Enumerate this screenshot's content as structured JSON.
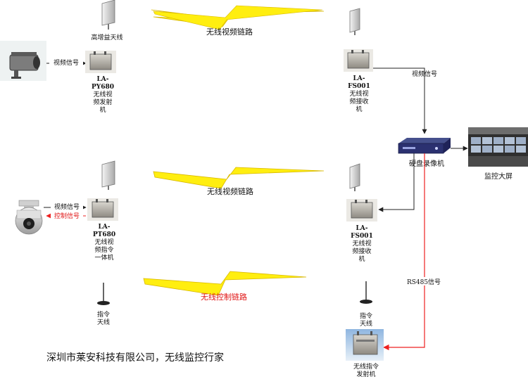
{
  "colors": {
    "bolt": "#ffee10",
    "bolt_edge": "#d8b800",
    "wire": "#222222",
    "control_wire": "#ee2020",
    "text_red": "#e01515"
  },
  "icons": {
    "camera": "bullet-camera-icon",
    "ptz": "ptz-dome-camera-icon",
    "panel": "panel-antenna-icon",
    "whip": "whip-antenna-icon",
    "box": "transceiver-box-icon",
    "dvr": "dvr-icon",
    "monitor": "video-wall-icon"
  },
  "top_row": {
    "hi_gain_antenna_label": "高增益天线",
    "link_label": "无线视频链路",
    "camera_signal_label": "视频信号",
    "tx": {
      "model_1": "LA-",
      "model_2": "PY680",
      "desc_1": "无线视",
      "desc_2": "频发射",
      "desc_3": "机"
    },
    "rx": {
      "model_1": "LA-",
      "model_2": "FS001",
      "desc_1": "无线视",
      "desc_2": "频接收",
      "desc_3": "机"
    },
    "rx_signal_label": "视频信号"
  },
  "right_side": {
    "dvr_label": "硬盘录像机",
    "monitor_label": "监控大屏",
    "rs485_label": "RS485信号"
  },
  "bottom_row": {
    "link_label": "无线视频链路",
    "control_link_label": "无线控制链路",
    "ptz_video_label": "视频信号",
    "ptz_control_label": "控制信号",
    "tx": {
      "model_1": "LA-",
      "model_2": "PT680",
      "desc_1": "无线视",
      "desc_2": "频指令",
      "desc_3": "一体机"
    },
    "rx": {
      "model_1": "LA-",
      "model_2": "FS001",
      "desc_1": "无线视",
      "desc_2": "频接收",
      "desc_3": "机"
    },
    "left_cmd_antenna": {
      "line_1": "指令",
      "line_2": "天线"
    },
    "right_cmd_antenna": {
      "line_1": "指令",
      "line_2": "天线"
    },
    "cmd_tx": {
      "line_1": "无线指令",
      "line_2": "发射机"
    }
  },
  "company": "深圳市莱安科技有限公司，无线监控行家"
}
